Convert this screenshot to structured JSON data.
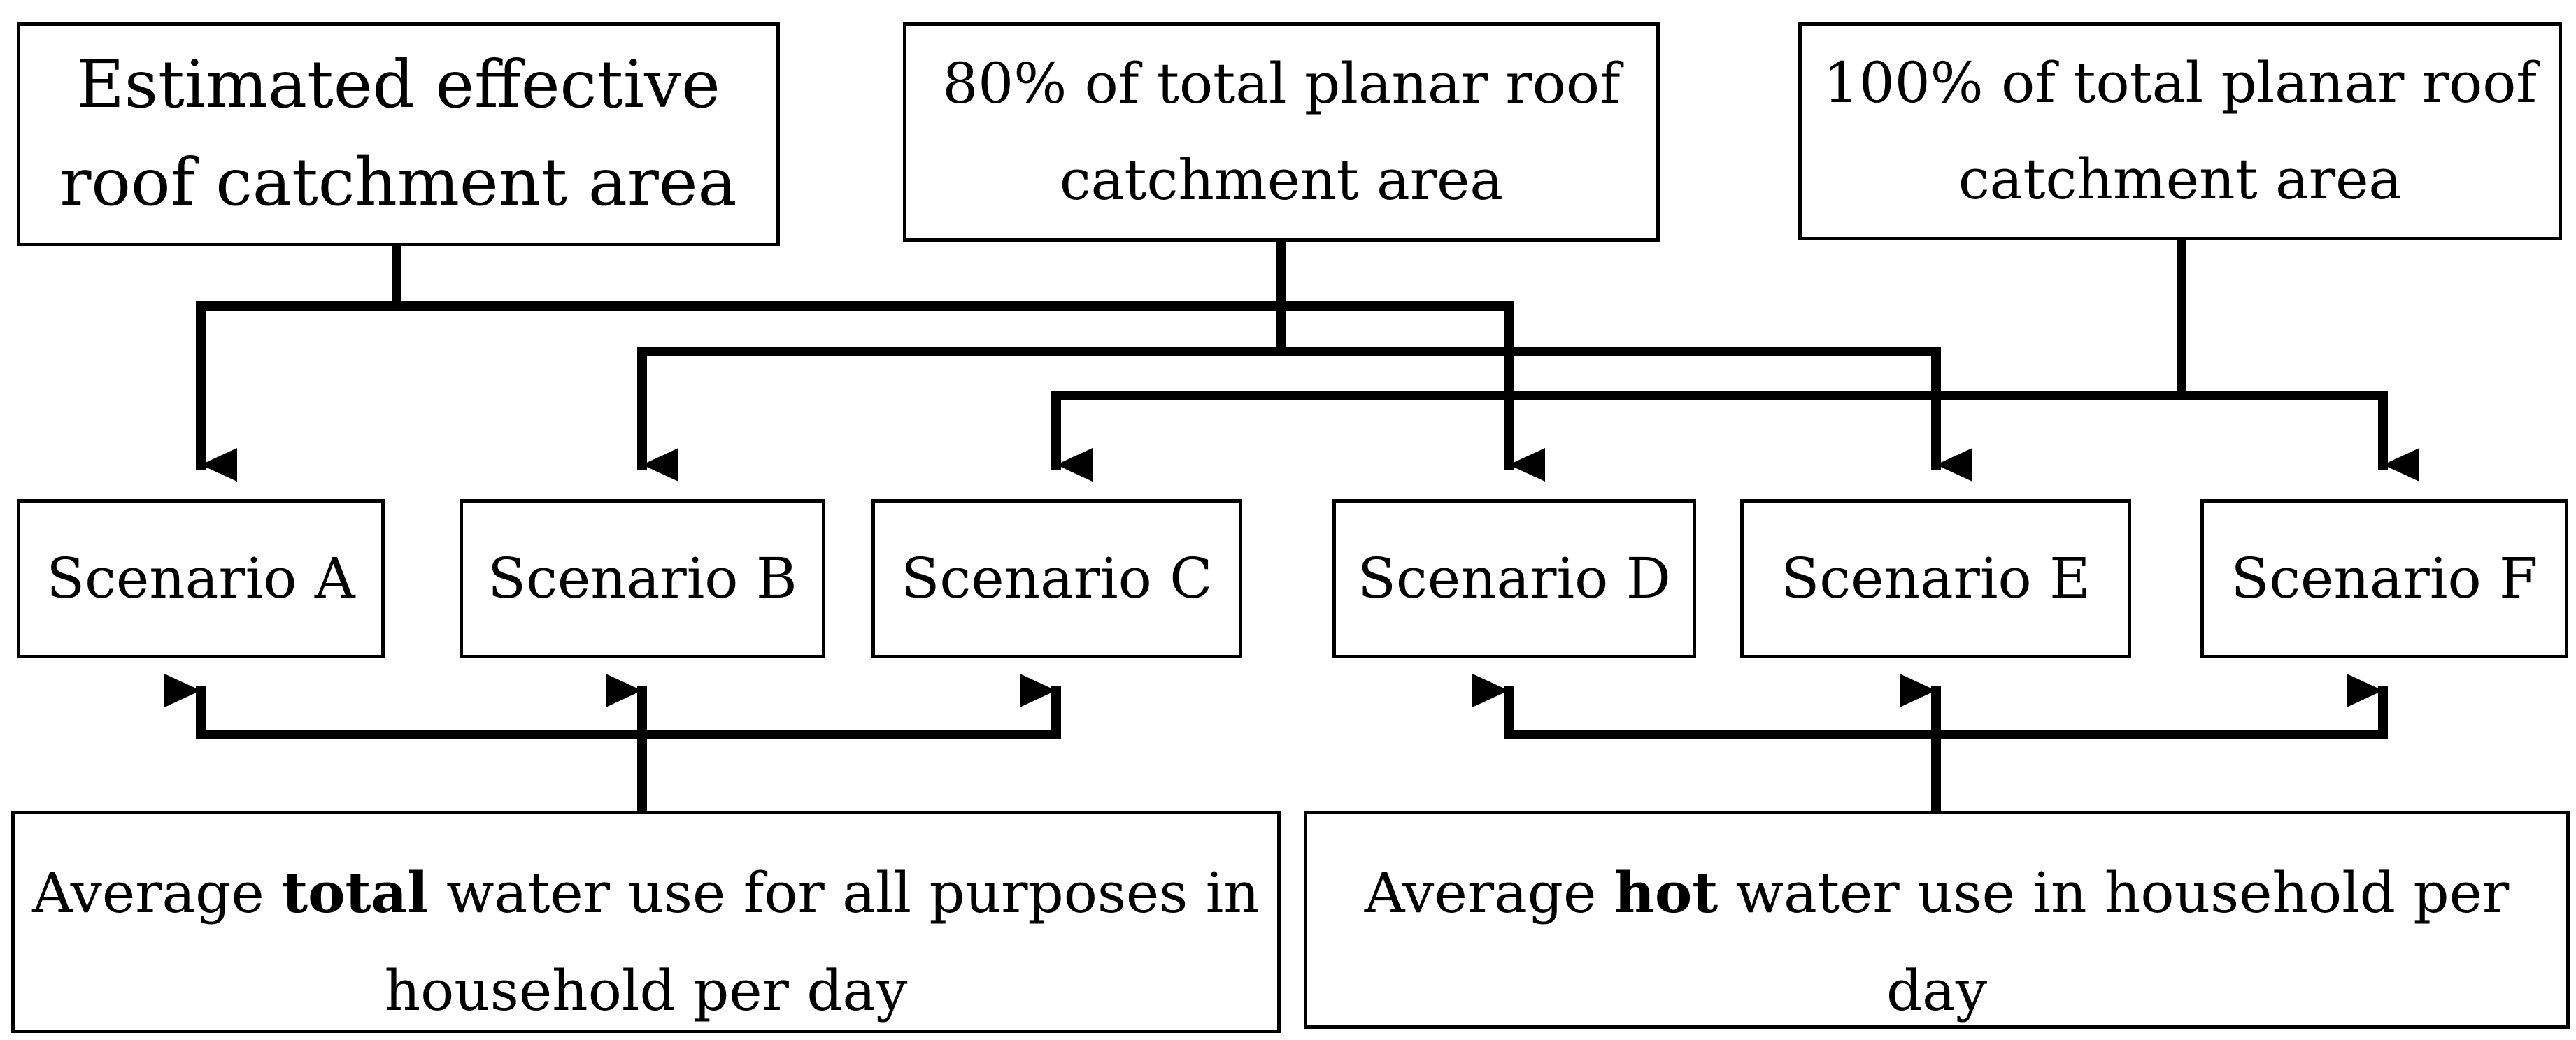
{
  "sources": [
    {
      "line1": "Estimated effective",
      "line2": "roof catchment area"
    },
    {
      "line1": "80% of total planar roof",
      "line2": "catchment area"
    },
    {
      "line1": "100% of total planar roof",
      "line2": "catchment area"
    }
  ],
  "scenarios": [
    {
      "label": "Scenario A"
    },
    {
      "label": "Scenario B"
    },
    {
      "label": "Scenario C"
    },
    {
      "label": "Scenario D"
    },
    {
      "label": "Scenario E"
    },
    {
      "label": "Scenario F"
    }
  ],
  "water_use": [
    {
      "prefix": "Average ",
      "bold": "total",
      "suffix": " water use for all purposes in",
      "line2": "household per day"
    },
    {
      "prefix": "Average ",
      "bold": "hot",
      "suffix": " water use in household per day",
      "line2": ""
    }
  ]
}
